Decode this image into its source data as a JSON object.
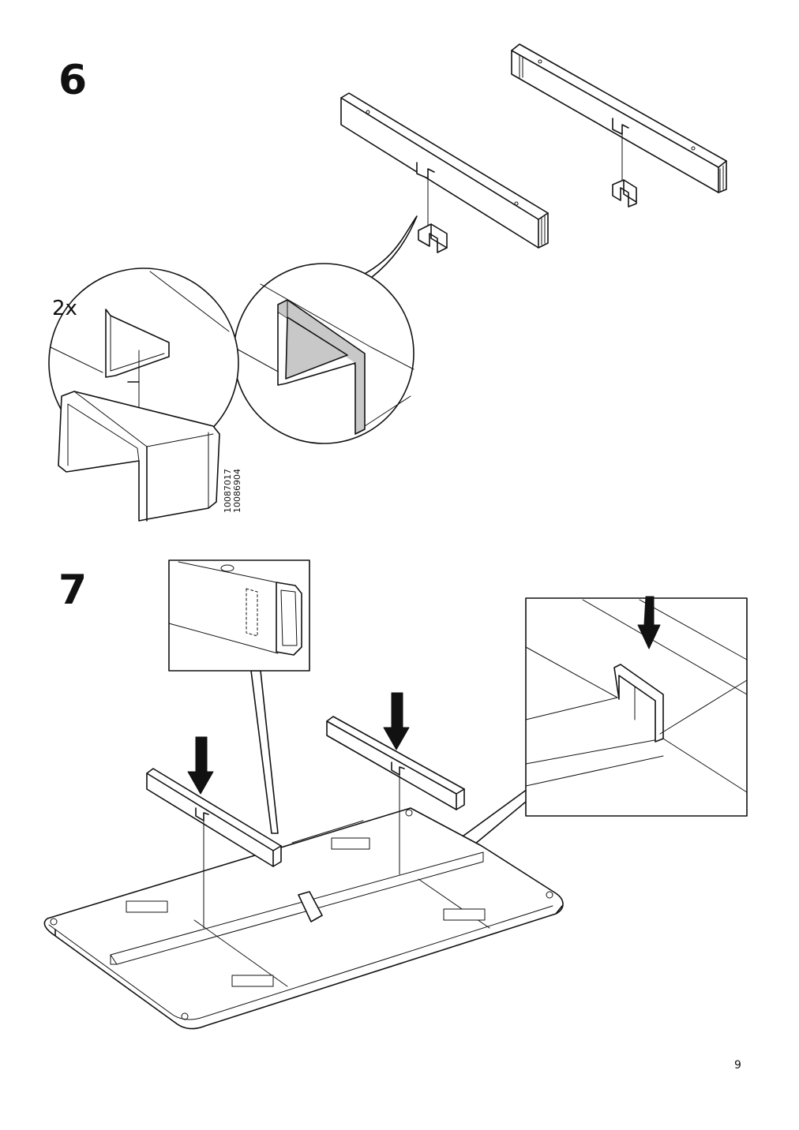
{
  "steps": {
    "step6": {
      "number": "6",
      "quantity_label": "2x",
      "part_numbers": [
        "10087017",
        "10086904"
      ]
    },
    "step7": {
      "number": "7"
    }
  },
  "page_number": "9"
}
